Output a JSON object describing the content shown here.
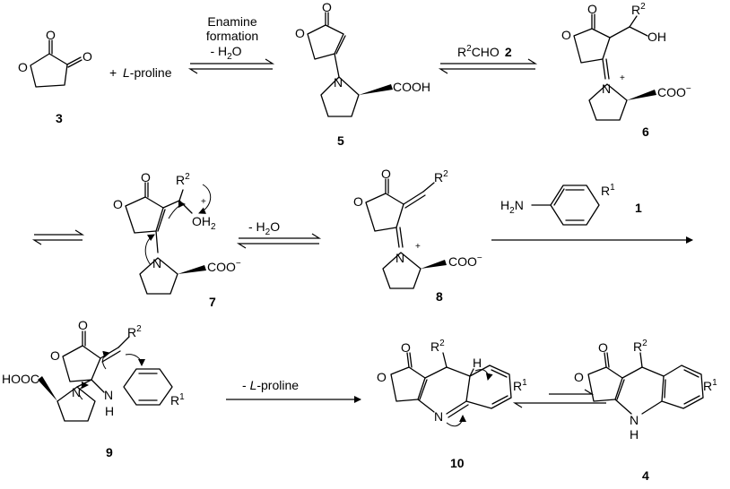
{
  "reaction": {
    "step1_top": "Enamine",
    "step1_mid": "formation",
    "step1_bot": "- H",
    "water_o": "O",
    "plus": "+",
    "l_prefix": "L",
    "proline_suffix": "-proline",
    "r2cho": "CHO",
    "minus_prefix": "- ",
    "minus_h": "- H"
  },
  "atoms": {
    "O": "O",
    "N": "N",
    "H": "H",
    "OH": "OH",
    "OH2_O": "OH",
    "OH2_sub": "2",
    "COOH": "COOH",
    "HOOC": "HOOC",
    "COO": "COO",
    "minus": "−",
    "plus": "+",
    "R": "R",
    "sup2": "2",
    "sup1": "1",
    "H2N_H": "H",
    "H2N_sub": "2",
    "H2N_N": "N"
  },
  "compounds": {
    "c3": "3",
    "c5": "5",
    "c2": "2",
    "c6": "6",
    "c7": "7",
    "c8": "8",
    "c1": "1",
    "c9": "9",
    "c10": "10",
    "c4": "4"
  }
}
